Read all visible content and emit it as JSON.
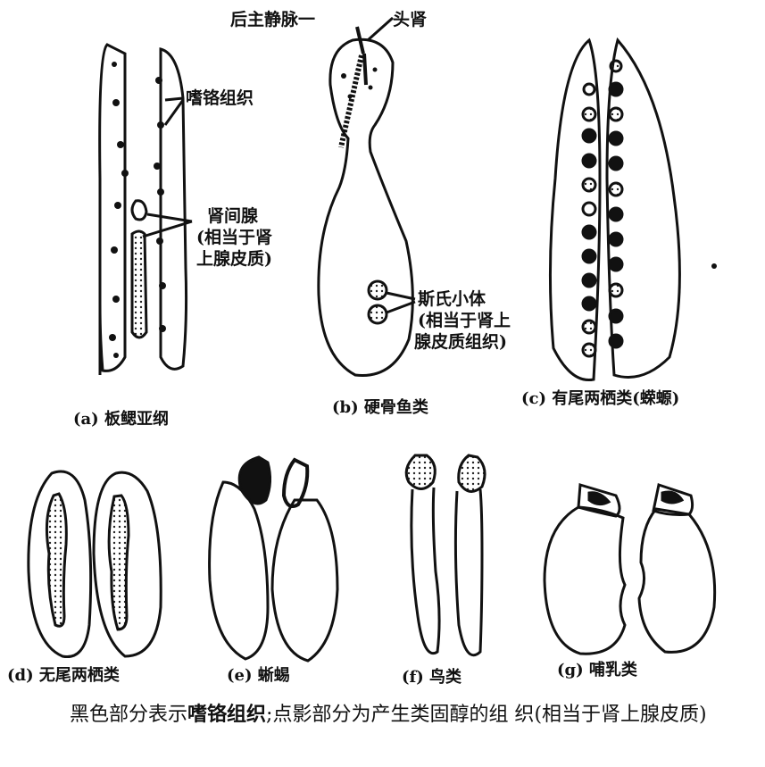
{
  "labels": {
    "posterior_cardinal_vein": "后主静脉一",
    "head_kidney": "头肾",
    "chromaffin_tissue": "嗜铬组织",
    "interrenal_gland_line1": "肾间腺",
    "interrenal_gland_line2": "(相当于肾",
    "interrenal_gland_line3": "上腺皮质)",
    "stannius_line1": "斯氏小体",
    "stannius_line2": "(相当于肾上",
    "stannius_line3": "腺皮质组织)"
  },
  "captions": {
    "a": "(a) 板鳃亚纲",
    "b": "(b) 硬骨鱼类",
    "c": "(c) 有尾两栖类(蝾螈)",
    "d": "(d) 无尾两栖类",
    "e": "(e) 蜥蜴",
    "f": "(f) 鸟类",
    "g": "(g) 哺乳类"
  },
  "footnote": {
    "part1": "黑色部分表示",
    "part2": "嗜铬组织",
    "part3": ";点影部分为产生类固醇的组 织(相当于肾上腺皮质)"
  }
}
